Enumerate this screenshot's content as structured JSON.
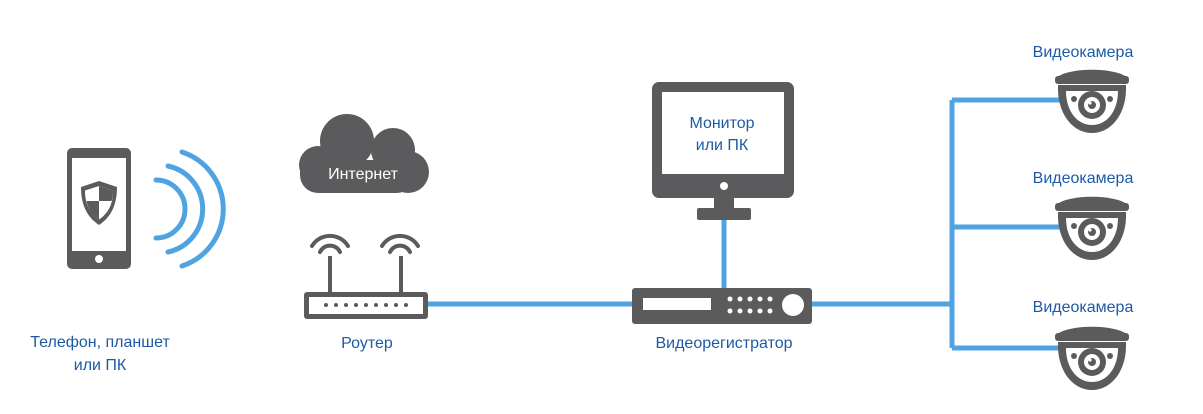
{
  "colors": {
    "device": "#5b5b5d",
    "cable": "#4ea3e0",
    "label": "#1d5aa6",
    "background": "#ffffff"
  },
  "nodes": {
    "phone": {
      "label_line1": "Телефон, планшет",
      "label_line2": "или ПК",
      "icon": "smartphone-shield-icon"
    },
    "cloud": {
      "label": "Интернет",
      "icon": "cloud-icon"
    },
    "router": {
      "label": "Роутер",
      "icon": "router-icon"
    },
    "monitor": {
      "label_line1": "Монитор",
      "label_line2": "или ПК",
      "icon": "monitor-icon"
    },
    "dvr": {
      "label": "Видеорегистратор",
      "icon": "dvr-icon"
    },
    "cameras": [
      {
        "label": "Видеокамера",
        "icon": "dome-camera-icon"
      },
      {
        "label": "Видеокамера",
        "icon": "dome-camera-icon"
      },
      {
        "label": "Видеокамера",
        "icon": "dome-camera-icon"
      }
    ]
  }
}
